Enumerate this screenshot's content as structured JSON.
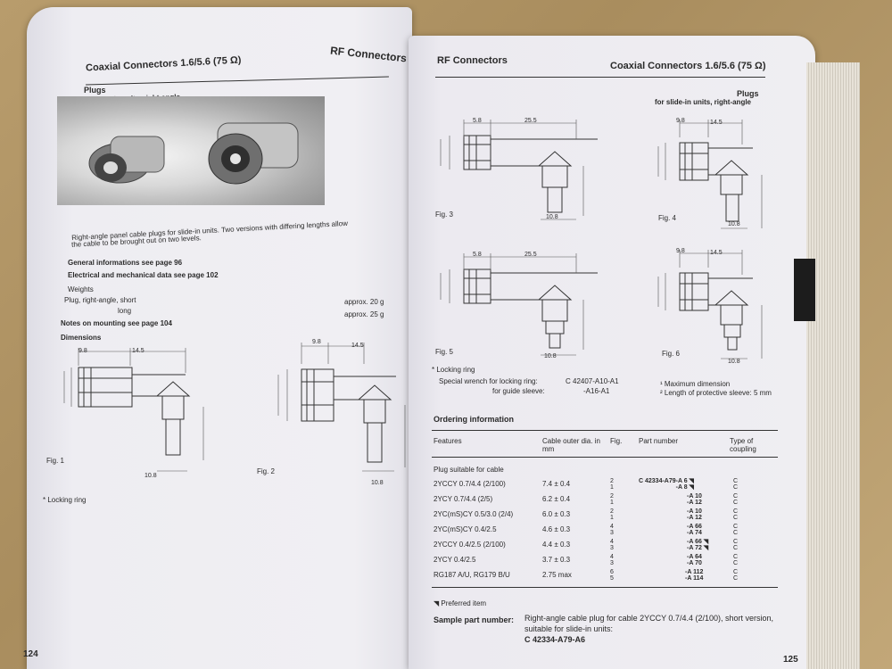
{
  "left": {
    "header_title": "Coaxial Connectors 1.6/5.6 (75 Ω)",
    "header_section": "RF Connectors",
    "plugs_title": "Plugs",
    "plugs_sub": "for slide-in units, right-angle",
    "intro_line1": "Right-angle panel cable plugs for slide-in units. Two versions with differing lengths allow",
    "intro_line2": "the cable to be brought out on two levels.",
    "general_info": "General informations see page 96",
    "elec_mech": "Electrical and mechanical data see page 102",
    "weights": "Weights",
    "plug_short": "Plug, right-angle, short",
    "plug_long": "long",
    "approx_short": "approx. 20 g",
    "approx_long": "approx. 25 g",
    "notes_mounting": "Notes on mounting see page 104",
    "dimensions": "Dimensions",
    "fig1": "Fig. 1",
    "fig2": "Fig. 2",
    "locking_ring": "* Locking ring",
    "page_no": "124",
    "dim_a": "9.8",
    "dim_b": "14.5",
    "dim_c": "10.8"
  },
  "right": {
    "header_section": "RF Connectors",
    "header_title": "Coaxial Connectors 1.6/5.6 (75 Ω)",
    "plugs_title": "Plugs",
    "plugs_sub": "for slide-in units, right-angle",
    "fig3": "Fig. 3",
    "fig4": "Fig. 4",
    "fig5": "Fig. 5",
    "fig6": "Fig. 6",
    "dim_58": "5.8",
    "dim_255": "25.5",
    "dim_98": "9.8",
    "dim_145": "14.5",
    "dim_108": "10.8",
    "locking_ring": "* Locking ring",
    "special_wrench_1": "Special wrench for locking ring:",
    "special_wrench_1_pn": "C 42407-A10-A1",
    "special_wrench_2": "for guide sleeve:",
    "special_wrench_2_pn": "-A16-A1",
    "max_dimension": "¹ Maximum dimension",
    "protective_sleeve": "² Length of protective sleeve: 5 mm",
    "ordering_title": "Ordering information",
    "columns": [
      "Features",
      "Cable outer dia. in mm",
      "Fig.",
      "Part number",
      "Type of coupling"
    ],
    "plug_suitable": "Plug suitable for cable",
    "rows": [
      {
        "feature": "2YCCY 0.7/4.4 (2/100)",
        "dia": "7.4 ± 0.4",
        "figs": "2\n1",
        "parts": "C 42334-A79-A 6 ◥\n-A 8 ◥",
        "coupling": "C\nC"
      },
      {
        "feature": "2YCY 0.7/4.4 (2/5)",
        "dia": "6.2 ± 0.4",
        "figs": "2\n1",
        "parts": "-A 10\n-A 12",
        "coupling": "C\nC"
      },
      {
        "feature": "2YC(mS)CY 0.5/3.0 (2/4)",
        "dia": "6.0 ± 0.3",
        "figs": "2\n1",
        "parts": "-A 10\n-A 12",
        "coupling": "C\nC"
      },
      {
        "feature": "2YC(mS)CY 0.4/2.5",
        "dia": "4.6 ± 0.3",
        "figs": "4\n3",
        "parts": "-A 66\n-A 74",
        "coupling": "C\nC"
      },
      {
        "feature": "2YCCY 0.4/2.5 (2/100)",
        "dia": "4.4 ± 0.3",
        "figs": "4\n3",
        "parts": "-A 66 ◥\n-A 72 ◥",
        "coupling": "C\nC"
      },
      {
        "feature": "2YCY 0.4/2.5",
        "dia": "3.7 ± 0.3",
        "figs": "4\n3",
        "parts": "-A 64\n-A 70",
        "coupling": "C\nC"
      },
      {
        "feature": "RG187 A/U, RG179 B/U",
        "dia": "2.75 max",
        "figs": "6\n5",
        "parts": "-A 112\n-A 114",
        "coupling": "C\nC"
      }
    ],
    "preferred_item": "◥ Preferred item",
    "sample_label": "Sample part number:",
    "sample_text1": "Right-angle cable plug for cable 2YCCY 0.7/4.4 (2/100), short version,",
    "sample_text2": "suitable for slide-in units:",
    "sample_pn": "C 42334-A79-A6",
    "page_no": "125"
  }
}
